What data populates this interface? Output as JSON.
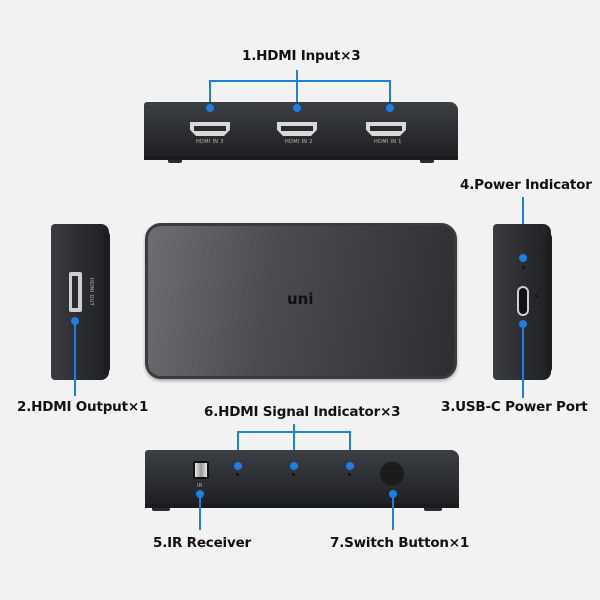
{
  "labels": {
    "hdmi_input": "1.HDMI Input×3",
    "hdmi_output": "2.HDMI Output×1",
    "usbc_power": "3.USB-C Power Port",
    "power_indicator": "4.Power Indicator",
    "ir_receiver": "5.IR Receiver",
    "signal_indicator": "6.HDMI Signal Indicator×3",
    "switch_button": "7.Switch Button×1"
  },
  "ports": {
    "in3": "HDMI IN 3",
    "in2": "HDMI IN 2",
    "in1": "HDMI IN 1",
    "out": "HDMI OUT",
    "ir": "IR"
  },
  "brand": "uni",
  "colors": {
    "accent": "#1a7fe6",
    "device": "#2b2d31",
    "background": "#f2f2f2"
  }
}
